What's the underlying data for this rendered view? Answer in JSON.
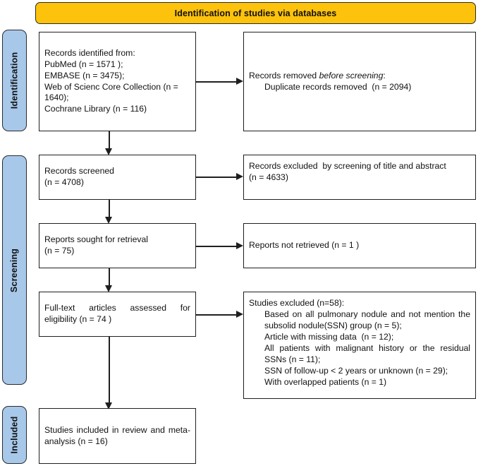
{
  "diagram": {
    "title": "PRISMA flow diagram",
    "banner": {
      "label": "Identification of studies via databases"
    },
    "colors": {
      "banner_fill": "#FDC20B",
      "stage_fill": "#A8C8EA",
      "box_fill": "#FFFFFF",
      "stroke": "#1F1F1F",
      "text": "#111111"
    },
    "stages": [
      {
        "id": "identification",
        "label": "Identification"
      },
      {
        "id": "screening",
        "label": "Screening"
      },
      {
        "id": "included",
        "label": "Included"
      }
    ],
    "boxes": {
      "records_identified": {
        "line1": "Records identified from:",
        "line2": "PubMed (n = 1571 );",
        "line3": "EMBASE (n = 3475);",
        "line4": "Web of Scienc Core Collection (n = 1640);",
        "line5": "Cochrane Library (n = 116)"
      },
      "records_removed": {
        "line1_a": "Records removed ",
        "line1_b": "before screening",
        "line1_c": ":",
        "line2": "Duplicate records removed  (n = 2094)"
      },
      "records_screened": {
        "line1": "Records screened",
        "line2": "(n = 4708)"
      },
      "records_excluded": {
        "line1": "Records excluded  by screening of title and abstract",
        "line2": "(n = 4633)"
      },
      "reports_sought": {
        "line1": "Reports sought for retrieval",
        "line2": "(n = 75)"
      },
      "reports_not_retrieved": {
        "line1": "Reports not retrieved (n = 1 )"
      },
      "fulltext_assessed": {
        "line1": "Full-text articles assessed for eligibility (n = 74 )"
      },
      "studies_excluded": {
        "heading": "Studies excluded (n=58):",
        "item1": "Based on all pulmonary nodule and not mention the subsolid nodule(SSN) group (n = 5);",
        "item2": "Article with missing data  (n = 12);",
        "item3": "All patients with malignant history or the residual SSNs (n = 11);",
        "item4": "SSN of follow-up < 2 years or unknown (n = 29);",
        "item5": "With overlapped patients (n = 1)"
      },
      "studies_included": {
        "line1": "Studies included in review and meta-analysis (n = 16)"
      }
    }
  }
}
